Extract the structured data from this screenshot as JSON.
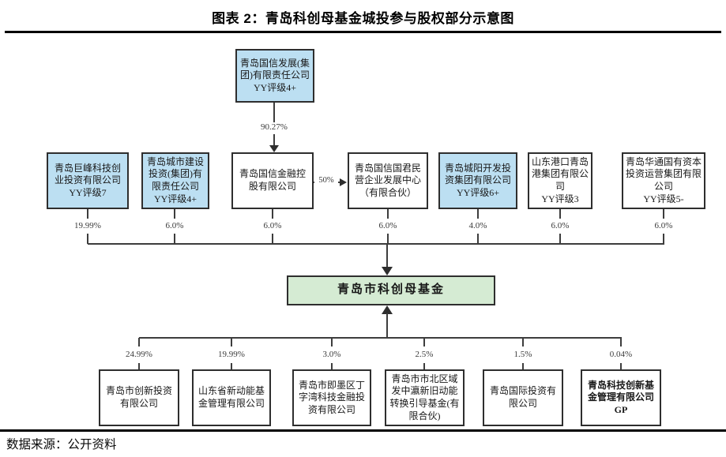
{
  "title": "图表 2：青岛科创母基金城投参与股权部分示意图",
  "source_note": "数据来源：公开资料",
  "diagram": {
    "parent": {
      "name": "青岛国信发展(集团)有限责任公司",
      "rating": "YY评级4+",
      "stake": "90.27%"
    },
    "cross_stake": "50%",
    "fund": {
      "name": "青岛市科创母基金"
    },
    "shareholders": [
      {
        "name": "青岛巨峰科技创业投资有限公司",
        "rating": "YY评级7",
        "stake": "19.99%",
        "highlight": true
      },
      {
        "name": "青岛城市建设投资(集团)有限责任公司",
        "rating": "YY评级4+",
        "stake": "6.0%",
        "highlight": true
      },
      {
        "name": "青岛国信金融控股有限公司",
        "rating": "",
        "stake": "6.0%",
        "highlight": false
      },
      {
        "name": "青岛国信国君民营企业发展中心（有限合伙）",
        "rating": "",
        "stake": "6.0%",
        "highlight": false
      },
      {
        "name": "青岛城阳开发投资集团有限公司",
        "rating": "YY评级6+",
        "stake": "4.0%",
        "highlight": true
      },
      {
        "name": "山东港口青岛港集团有限公司",
        "rating": "YY评级3",
        "stake": "6.0%",
        "highlight": false
      },
      {
        "name": "青岛华通国有资本投资运营集团有限公司",
        "rating": "YY评级5-",
        "stake": "6.0%",
        "highlight": false
      }
    ],
    "lps": [
      {
        "name": "青岛市创新投资有限公司",
        "stake": "24.99%"
      },
      {
        "name": "山东省新动能基金管理有限公司",
        "stake": "19.99%"
      },
      {
        "name": "青岛市即墨区丁字湾科技金融投资有限公司",
        "stake": "3.0%"
      },
      {
        "name": "青岛市市北区域发中瀛新旧动能转换引导基金(有限合伙)",
        "stake": "2.5%"
      },
      {
        "name": "青岛国际投资有限公司",
        "stake": "1.5%"
      },
      {
        "name": "青岛科技创新基金管理有限公司",
        "suffix": "GP",
        "stake": "0.04%"
      }
    ],
    "colors": {
      "highlight_fill": "#bcdff2",
      "fund_fill": "#d5ebd3",
      "plain_fill": "#ffffff",
      "line": "#3d3d3d",
      "rule": "#000000"
    }
  }
}
